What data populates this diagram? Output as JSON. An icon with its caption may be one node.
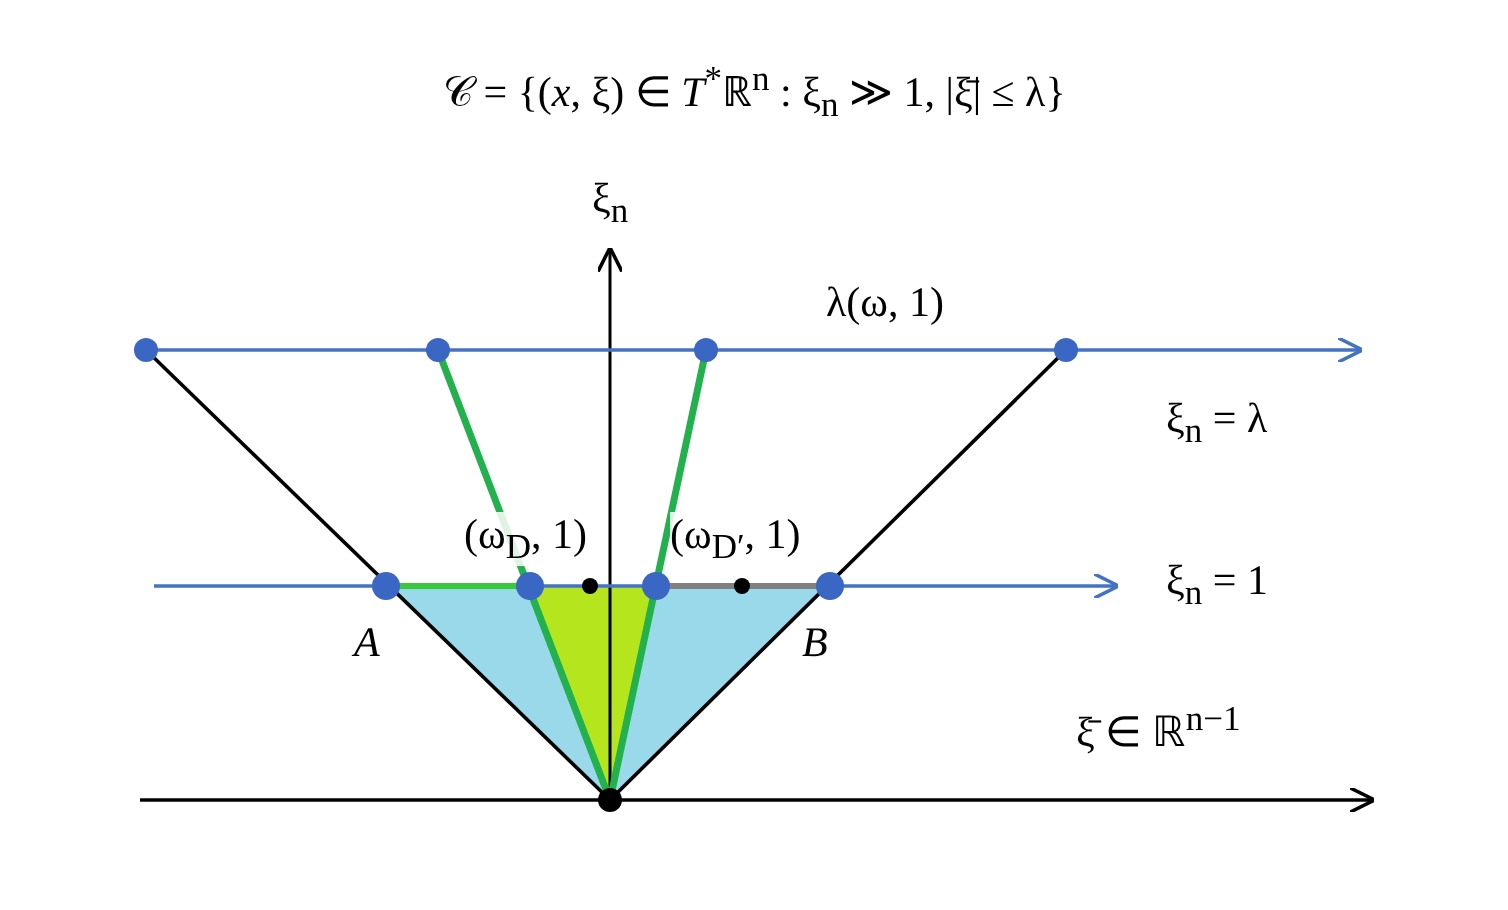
{
  "diagram": {
    "title": "𝒞 = {(*x*, ξ) ∈ *T*$^{*}$ℝ$^{n}$ : ξ$_{n}$ ≫ 1, |ξ̄| ≤ λ}",
    "labels": [
      "ξ$_{n}$",
      "λ(ω, 1)",
      "ξ$_{n}$ = λ",
      "(ω$_{D}$, 1)",
      "(ω$_{D′}$, 1)",
      "ξ$_{n}$ = 1",
      "A",
      "B",
      "ξ̄ ∈ ℝ$^{n−1}$"
    ]
  }
}
